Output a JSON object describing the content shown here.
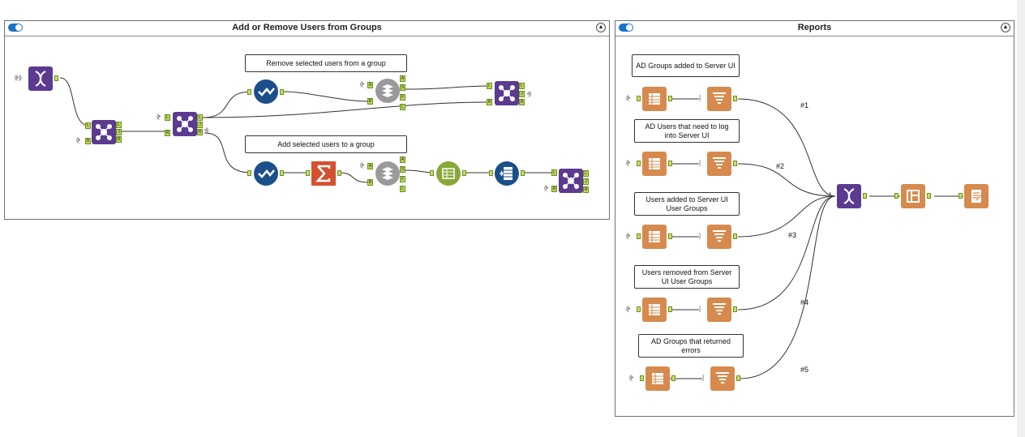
{
  "container_left": {
    "title": "Add or Remove Users from Groups",
    "comments": {
      "remove": "Remove selected users from a group",
      "add": "Add selected users to a group"
    }
  },
  "container_right": {
    "title": "Reports",
    "comments": {
      "c1": "AD Groups added to Server UI",
      "c2": "AD Users that need to log into Server UI",
      "c3": "Users added to Server UI User Groups",
      "c4": "Users removed from Server UI User Groups",
      "c5": "AD Groups that returned errors"
    },
    "wire_labels": {
      "w1": "#1",
      "w2": "#2",
      "w3": "#3",
      "w4": "#4",
      "w5": "#5"
    }
  },
  "anchors": {
    "L": "L",
    "J": "J",
    "R": "R",
    "A": "A",
    "S": "S",
    "F": "F",
    "B": "B"
  },
  "colors": {
    "purple": "#5b3a8f",
    "orange": "#d68a4e",
    "blue": "#1b4f8a",
    "red": "#d5502f",
    "green": "#8aa83a",
    "toggle": "#1a73c8"
  },
  "icons": {
    "macro_input": "macro-input-icon",
    "join": "join-icon",
    "check": "check-icon",
    "summarize": "summarize-icon",
    "table": "table-icon",
    "layout": "layout-icon",
    "render": "render-icon",
    "union": "union-icon"
  }
}
